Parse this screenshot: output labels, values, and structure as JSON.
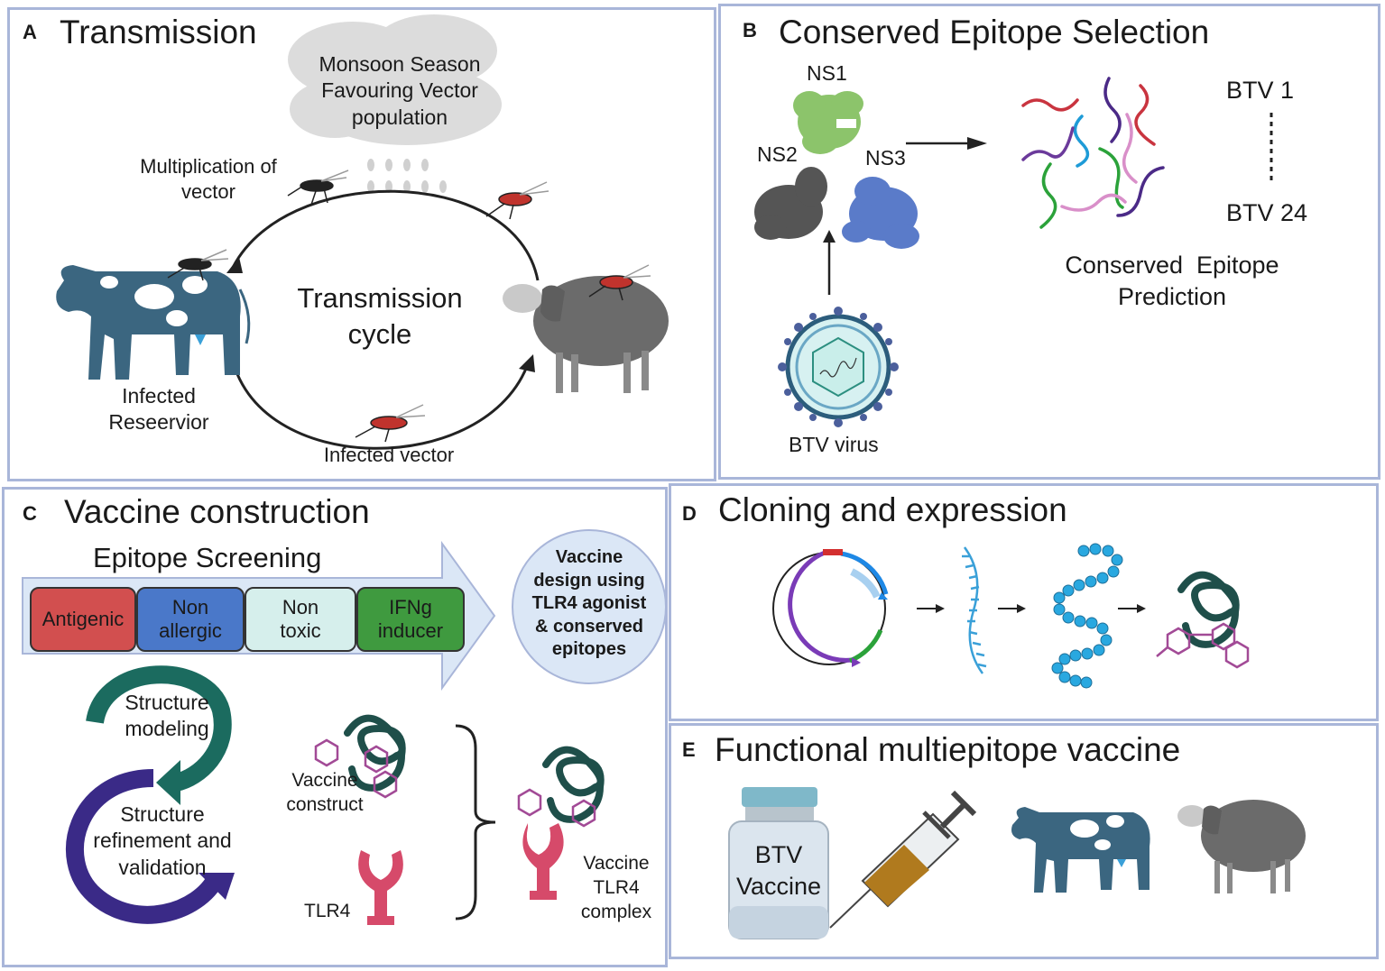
{
  "panels": {
    "A": {
      "label": "A",
      "title": "Transmission",
      "cloud_text": [
        "Monsoon Season",
        "Favouring Vector",
        "population"
      ],
      "multiplication": [
        "Multiplication of",
        "vector"
      ],
      "cycle": [
        "Transmission",
        "cycle"
      ],
      "reservoir": [
        "Infected",
        "Reseervior"
      ],
      "vector": "Infected vector"
    },
    "B": {
      "label": "B",
      "title": "Conserved Epitope Selection",
      "proteins": [
        "NS1",
        "NS2",
        "NS3"
      ],
      "virus": "BTV virus",
      "serotype_first": "BTV 1",
      "serotype_last": "BTV 24",
      "prediction": [
        "Conserved  Epitope",
        "Prediction"
      ]
    },
    "C": {
      "label": "C",
      "title": "Vaccine construction",
      "screening_title": "Epitope Screening",
      "filters": [
        "Antigenic",
        "Non\nallergic",
        "Non\ntoxic",
        "IFNg\ninducer"
      ],
      "design_circle": [
        "Vaccine",
        "design using",
        "TLR4 agonist",
        "& conserved",
        "epitopes"
      ],
      "modeling": [
        "Structure",
        "modeling"
      ],
      "refinement": [
        "Structure",
        "refinement and",
        "validation"
      ],
      "construct": [
        "Vaccine",
        "construct"
      ],
      "tlr4": "TLR4",
      "complex": [
        "Vaccine",
        "TLR4",
        "complex"
      ]
    },
    "D": {
      "label": "D",
      "title": "Cloning and expression"
    },
    "E": {
      "label": "E",
      "title": "Functional multiepitope vaccine",
      "vial": [
        "BTV",
        "Vaccine"
      ]
    }
  },
  "colors": {
    "border": "#a9b6d9",
    "antigenic": "#d24f4f",
    "non_allergic": "#4a78c9",
    "non_toxic": "#d6efec",
    "ifng": "#3f9a3f",
    "cow": "#3b6680",
    "sheep": "#6b6b6b",
    "teal": "#1b6b5f",
    "purple": "#3a2a87",
    "protein_dark": "#1f4f4a",
    "ligand": "#a24a96",
    "tlr4": "#d64a6a"
  }
}
